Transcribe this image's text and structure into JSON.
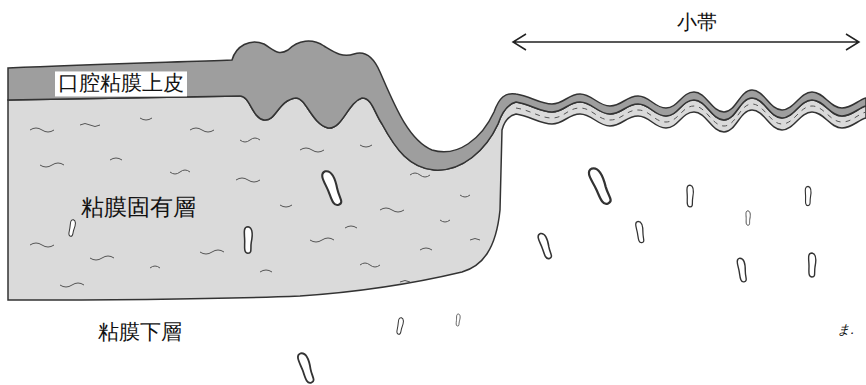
{
  "diagram": {
    "labels": [
      "小帯",
      "口腔粘膜上皮",
      "粘膜固有層",
      "粘膜下層",
      "ま."
    ]
  }
}
